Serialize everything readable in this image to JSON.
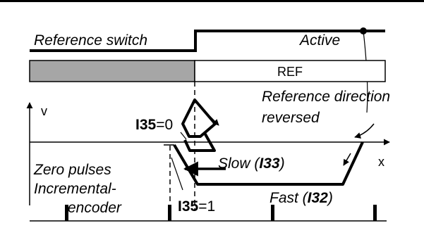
{
  "labels": {
    "reference_switch": "Reference switch",
    "active": "Active",
    "ref_bar": "REF",
    "v_axis": "v",
    "x_axis": "x",
    "direction_reversed_line1": "Reference direction",
    "direction_reversed_line2": "reversed",
    "slow_prefix": "Slow (",
    "slow_param": "I33",
    "slow_suffix": ")",
    "fast_prefix": "Fast (",
    "fast_param": "I32",
    "fast_suffix": ")",
    "zero_pulses_line1": "Zero pulses",
    "zero_pulses_line2": "Incremental-",
    "zero_pulses_line3": "encoder",
    "i35_zero_param": "I35",
    "i35_zero_value": "=0",
    "i35_one_param": "I35",
    "i35_one_value": "=1"
  },
  "colors": {
    "stroke": "#000000",
    "inactive_fill": "#a6a6a6",
    "background": "#ffffff"
  }
}
